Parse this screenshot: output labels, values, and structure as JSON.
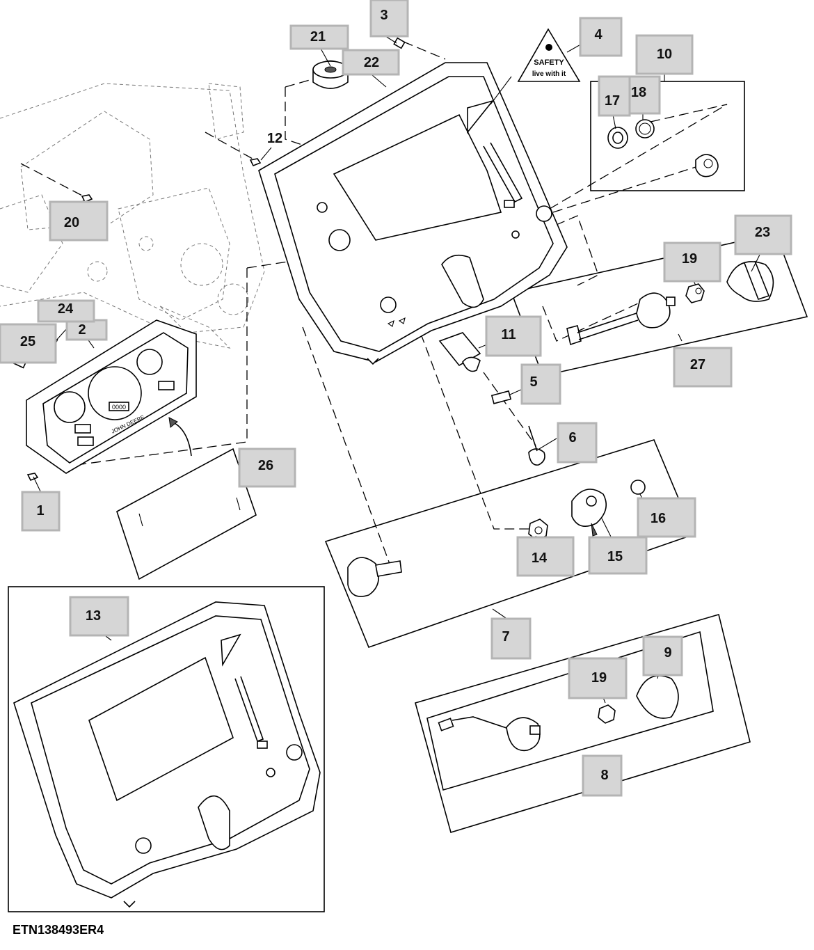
{
  "callouts": [
    "1",
    "2",
    "3",
    "4",
    "5",
    "6",
    "7",
    "8",
    "9",
    "10",
    "11",
    "12",
    "13",
    "14",
    "15",
    "16",
    "17",
    "18",
    "19",
    "19",
    "20",
    "21",
    "22",
    "23",
    "24",
    "25",
    "26",
    "27"
  ],
  "plain_labels": [
    "12"
  ],
  "safety_decal": {
    "line1": "SAFETY",
    "line2": "live with it"
  },
  "cluster_brand": "JOHN DEERE",
  "odometer": "0000",
  "figure_id": "ETN138493ER4"
}
